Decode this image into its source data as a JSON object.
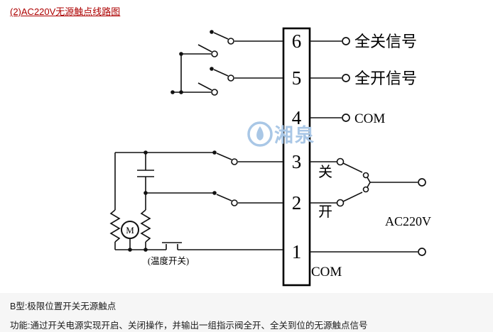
{
  "page": {
    "title": "(2)AC220V无源触点线路图",
    "footer_line1": "B型:极限位置开关无源触点",
    "footer_line2": "功能:通过开关电源实现开启、关闭操作，并输出一组指示阀全开、全关到位的无源触点信号"
  },
  "diagram": {
    "terminals": [
      "6",
      "5",
      "4",
      "3",
      "2",
      "1"
    ],
    "labels": {
      "fully_closed_signal": "全关信号",
      "fully_open_signal": "全开信号",
      "com_top": "COM",
      "close": "关",
      "open": "开",
      "power": "AC220V",
      "com_bottom": "COM",
      "motor": "M",
      "temperature_switch": "(温度开关)"
    },
    "watermark_text": "湘泉",
    "colors": {
      "wire": "#111111",
      "watermark": "#a9c7e6",
      "title_red": "#ad0000"
    }
  }
}
